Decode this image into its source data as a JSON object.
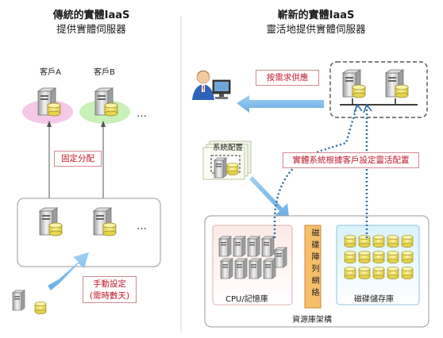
{
  "left": {
    "title": "傳統的實體IaaS",
    "subtitle": "提供實體伺服器",
    "clients": [
      "客戶A",
      "客戶B"
    ],
    "ellipsis": "…",
    "fixed_allocation": "固定分配",
    "manual_setup_line1": "手動設定",
    "manual_setup_line2": "(需時數天)"
  },
  "right": {
    "title": "嶄新的實體IaaS",
    "subtitle": "靈活地提供實體伺服器",
    "on_demand": "按需求供應",
    "system_config": "系統配置",
    "flexible_config": "實體系統根據客戶設定靈活配置",
    "cpu_pool": "CPU/記憶庫",
    "disk_array_network": "磁碟陣列網絡",
    "disk_storage": "磁碟儲存庫",
    "resource_pool": "資源庫架構"
  },
  "colors": {
    "arrow_blue": "#8fc3ea",
    "dotted_blue": "#2c6ea8",
    "red_text": "#c0182c",
    "pink_halo": "#f4c8e6",
    "green_halo": "#c9f0b8",
    "disk_yellow": "#f2e36b"
  }
}
